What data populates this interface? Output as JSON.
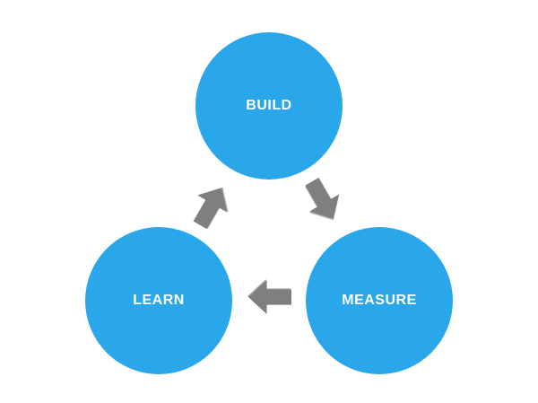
{
  "diagram": {
    "type": "cycle",
    "name": "build-measure-learn-loop",
    "nodes": [
      {
        "id": "build",
        "label": "BUILD",
        "position": "top"
      },
      {
        "id": "measure",
        "label": "MEASURE",
        "position": "bottom-right"
      },
      {
        "id": "learn",
        "label": "LEARN",
        "position": "bottom-left"
      }
    ],
    "arrows": [
      {
        "from": "build",
        "to": "measure",
        "direction": "down-right"
      },
      {
        "from": "measure",
        "to": "learn",
        "direction": "left"
      },
      {
        "from": "learn",
        "to": "build",
        "direction": "up-right"
      }
    ],
    "colors": {
      "circle": "#29a7ea",
      "arrow": "#7f7f7f",
      "label": "#ffffff",
      "background": "#ffffff"
    }
  }
}
